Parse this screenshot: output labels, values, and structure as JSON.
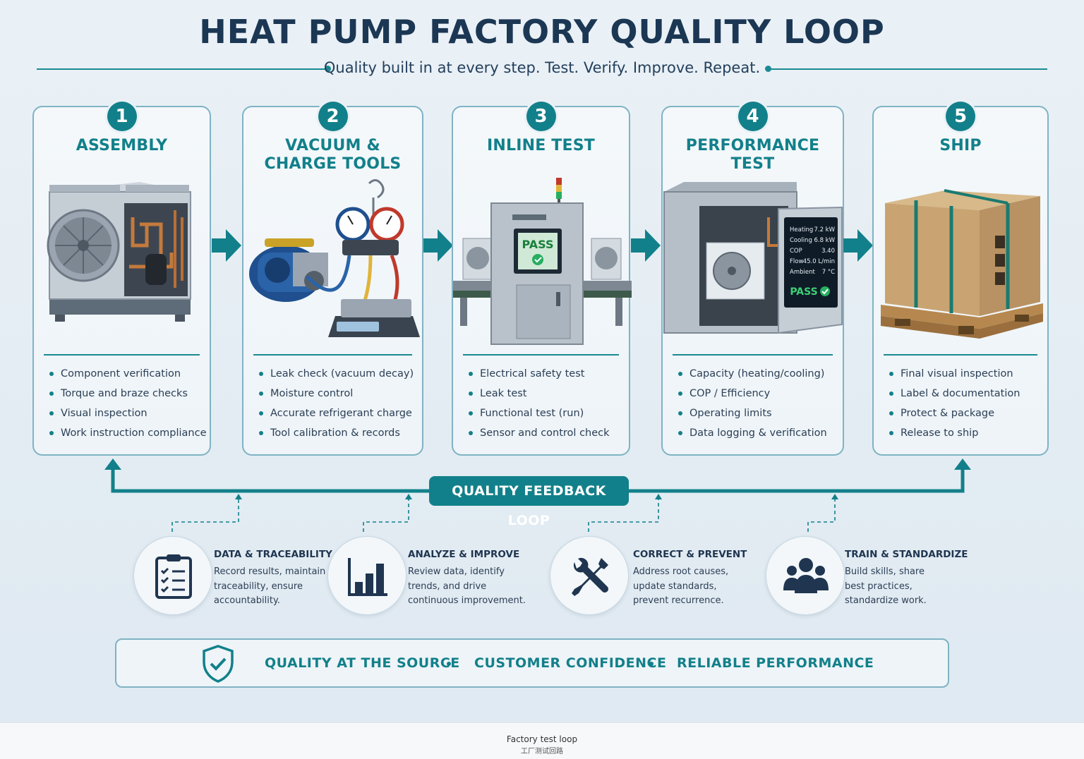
{
  "title": "HEAT PUMP FACTORY QUALITY LOOP",
  "subtitle": "Quality built in at every step. Test. Verify. Improve. Repeat.",
  "steps": [
    {
      "number": "1",
      "title_lines": [
        "ASSEMBLY",
        ""
      ],
      "items": [
        "Component verification",
        "Torque and braze checks",
        "Visual inspection",
        "Work instruction compliance"
      ]
    },
    {
      "number": "2",
      "title_lines": [
        "VACUUM &",
        "CHARGE TOOLS"
      ],
      "items": [
        "Leak check (vacuum decay)",
        "Moisture control",
        "Accurate refrigerant charge",
        "Tool calibration & records"
      ]
    },
    {
      "number": "3",
      "title_lines": [
        "INLINE TEST",
        ""
      ],
      "screen_text": "PASS",
      "items": [
        "Electrical safety test",
        "Leak test",
        "Functional test (run)",
        "Sensor and control check"
      ]
    },
    {
      "number": "4",
      "title_lines": [
        "PERFORMANCE TEST",
        ""
      ],
      "readings": [
        {
          "label": "Heating",
          "value": "7.2 kW"
        },
        {
          "label": "Cooling",
          "value": "6.8 kW"
        },
        {
          "label": "COP",
          "value": "3.40"
        },
        {
          "label": "Flow",
          "value": "45.0 L/min"
        },
        {
          "label": "Ambient",
          "value": "7 °C"
        }
      ],
      "screen_text": "PASS",
      "items": [
        "Capacity (heating/cooling)",
        "COP / Efficiency",
        "Operating limits",
        "Data logging & verification"
      ]
    },
    {
      "number": "5",
      "title_lines": [
        "SHIP",
        ""
      ],
      "items": [
        "Final visual inspection",
        "Label & documentation",
        "Protect & package",
        "Release to ship"
      ]
    }
  ],
  "feedback_loop_label": "QUALITY FEEDBACK LOOP",
  "feedback": [
    {
      "icon": "clipboard-checklist-icon",
      "title": "DATA & TRACEABILITY",
      "lines": [
        "Record results, maintain",
        "traceability, ensure",
        "accountability."
      ]
    },
    {
      "icon": "bar-chart-icon",
      "title": "ANALYZE & IMPROVE",
      "lines": [
        "Review data, identify",
        "trends, and drive",
        "continuous improvement."
      ]
    },
    {
      "icon": "wrench-screwdriver-icon",
      "title": "CORRECT & PREVENT",
      "lines": [
        "Address root causes,",
        "update standards,",
        "prevent recurrence."
      ]
    },
    {
      "icon": "team-people-icon",
      "title": "TRAIN & STANDARDIZE",
      "lines": [
        "Build skills, share",
        "best practices,",
        "standardize work."
      ]
    }
  ],
  "banner": [
    "QUALITY AT THE SOURCE",
    "CUSTOMER CONFIDENCE",
    "RELIABLE PERFORMANCE"
  ],
  "footer": {
    "caption": "Factory test loop",
    "subcaption": "工厂测试回路"
  },
  "colors": {
    "teal": "#12808a",
    "navy": "#1b3754",
    "border": "#7fb3c4"
  }
}
